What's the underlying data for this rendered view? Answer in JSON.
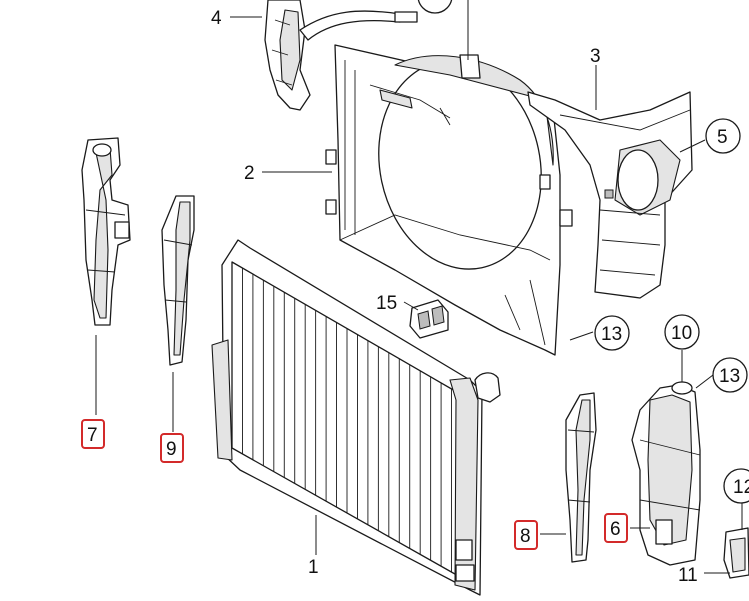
{
  "diagram": {
    "callouts": [
      {
        "id": "c1",
        "label": "1"
      },
      {
        "id": "c2",
        "label": "2"
      },
      {
        "id": "c3",
        "label": "3"
      },
      {
        "id": "c4",
        "label": "4"
      },
      {
        "id": "c5",
        "label": "5"
      },
      {
        "id": "c6",
        "label": "6"
      },
      {
        "id": "c7",
        "label": "7"
      },
      {
        "id": "c8",
        "label": "8"
      },
      {
        "id": "c9",
        "label": "9"
      },
      {
        "id": "c10",
        "label": "10"
      },
      {
        "id": "c11",
        "label": "11"
      },
      {
        "id": "c12",
        "label": "12"
      },
      {
        "id": "c13a",
        "label": "13"
      },
      {
        "id": "c13b",
        "label": "13"
      },
      {
        "id": "c15",
        "label": "15"
      }
    ],
    "highlighted_labels": [
      "7",
      "9",
      "8",
      "6"
    ],
    "highlight_color": "#d32a2a"
  }
}
